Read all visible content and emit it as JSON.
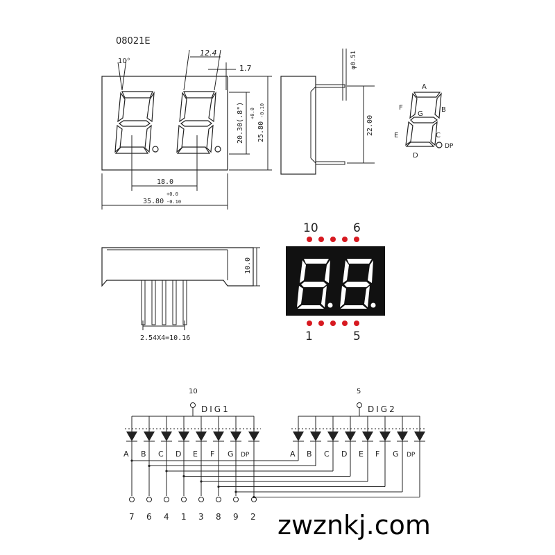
{
  "part_number": "08021E",
  "dimensions": {
    "tilt": "10°",
    "segment_width": "12.4",
    "offset": "1.7",
    "pin_diameter": "φ0.51",
    "digit_height": "20.30(.8\")",
    "digit_height_tol_upper": "+0.0",
    "digit_height_tol_lower": "-0.10",
    "body_height": "25.80",
    "pin_span": "22.00",
    "digit_pitch": "18.0",
    "body_width_tol_upper": "+0.0",
    "body_width": "35.80",
    "body_width_tol_lower": "-0.10",
    "body_depth": "10.0",
    "pin_pitch": "2.54X4=10.16"
  },
  "segment_labels": {
    "a": "A",
    "b": "B",
    "c": "C",
    "d": "D",
    "e": "E",
    "f": "F",
    "g": "G",
    "dp": "DP"
  },
  "pinout_photo": {
    "top_left_pin": "10",
    "top_right_pin": "6",
    "bottom_left_pin": "1",
    "bottom_right_pin": "5"
  },
  "schematic": {
    "dig1_label": "DIG1",
    "dig1_pin": "10",
    "dig2_label": "DIG2",
    "dig2_pin": "5",
    "segments": [
      "A",
      "B",
      "C",
      "D",
      "E",
      "F",
      "G",
      "DP"
    ],
    "pin_numbers": [
      "7",
      "6",
      "4",
      "1",
      "3",
      "8",
      "9",
      "2"
    ]
  },
  "watermark": "zwznkj.com",
  "colors": {
    "pin_red": "#d71920",
    "display_body": "#111111"
  }
}
